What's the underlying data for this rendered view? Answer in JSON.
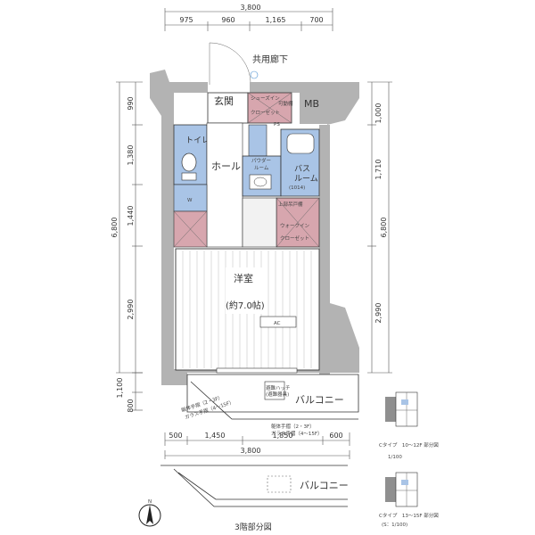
{
  "colors": {
    "wall": "#b3b3b3",
    "wall_dark": "#8f8f8f",
    "wet_area": "#a9c4e6",
    "storage": "#d7a6ae",
    "floor": "#ffffff",
    "dimension": "#555555"
  },
  "dims": {
    "top_total": "3,800",
    "top_segments": [
      "975",
      "960",
      "1,165",
      "700"
    ],
    "bottom_total": "3,800",
    "bottom_segments": [
      "500",
      "1,450",
      "1,850",
      "600"
    ],
    "left_total": "6,800",
    "left_segments": [
      "990",
      "1,380",
      "1,440",
      "2,990"
    ],
    "left_lower": [
      "1,100",
      "800"
    ],
    "right_total": "6,800",
    "right_segments": [
      "1,000",
      "1,710",
      "2,990"
    ]
  },
  "labels": {
    "corridor": "共用廊下",
    "entrance": "玄関",
    "mb": "MB",
    "shoes_closet_1": "シューズイン",
    "shoes_closet_2": "クローゼット",
    "bicycle": "可動棚",
    "toilet": "トイレ",
    "hall": "ホール",
    "powder_room_1": "パウダー",
    "powder_room_2": "ルーム",
    "bath_1": "バス",
    "bath_2": "ルーム",
    "bath_size": "(1014)",
    "walk_in_1": "ウォークイン",
    "walk_in_2": "クローゼット",
    "ceiling_storage": "上部吊戸棚",
    "western_room": "洋室",
    "western_size": "(約7.0帖)",
    "balcony": "バルコニー",
    "balcony_lower": "バルコニー",
    "evac_hatch_1": "避難ハッチ",
    "evac_hatch_2": "(避難器具)",
    "ps": "PS",
    "ac": "AC",
    "wm": "W",
    "third_floor": "3階部分図",
    "type_c_1": "Cタイプ　10～12F 部分図",
    "type_c_1_scale": "1/100",
    "type_c_2": "Cタイプ　13～15F 部分図",
    "type_c_2_scale": "(S：1/100)",
    "rail_1": "躯体手摺（2・3F）",
    "rail_2": "ガラス手摺（4～15F）",
    "rail_3": "躯体手摺（2・3F）",
    "rail_4": "ガラス手摺（4～15F）",
    "north": "N"
  }
}
